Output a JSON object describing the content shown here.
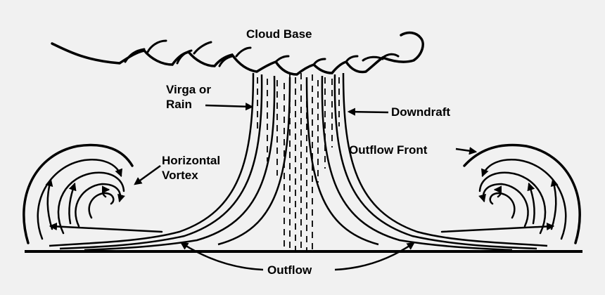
{
  "labels": {
    "cloud_base": "Cloud Base",
    "virga_rain": "Virga or\nRain",
    "downdraft": "Downdraft",
    "horizontal_vortex": "Horizontal\nVortex",
    "outflow_front": "Outflow Front",
    "outflow": "Outflow"
  },
  "colors": {
    "background": "#f1f1f1",
    "ink": "#000000"
  }
}
